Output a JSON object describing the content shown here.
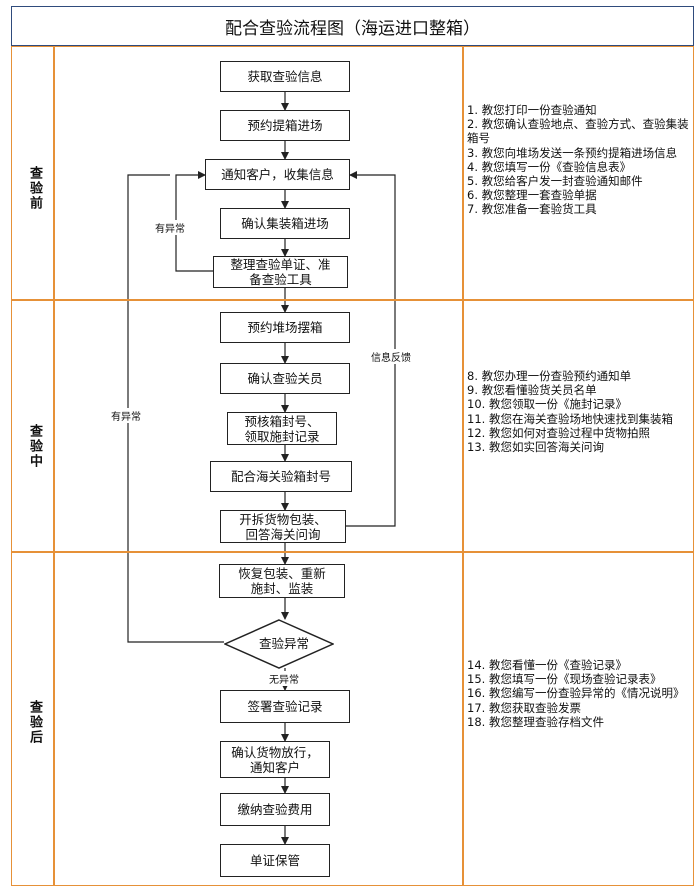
{
  "title": "配合查验流程图（海运进口整箱）",
  "sections": [
    {
      "label": "查验前"
    },
    {
      "label": "查验中"
    },
    {
      "label": "查验后"
    }
  ],
  "steps": [
    "获取查验信息",
    "预约提箱进场",
    "通知客户，收集信息",
    "确认集装箱进场",
    "整理查验单证、准\n备查验工具",
    "预约堆场摆箱",
    "确认查验关员",
    "预核箱封号、\n领取施封记录",
    "配合海关验箱封号",
    "开拆货物包装、\n回答海关问询",
    "恢复包装、重新\n施封、监装",
    "签署查验记录",
    "确认货物放行，\n通知客户",
    "缴纳查验费用",
    "单证保管"
  ],
  "decision": "查验异常",
  "edge_labels": {
    "exception_1": "有异常",
    "exception_2": "有异常",
    "feedback": "信息反馈",
    "no_exception": "无异常"
  },
  "notes": {
    "before": [
      "1. 教您打印一份查验通知",
      "2. 教您确认查验地点、查验方式、查验集装箱号",
      "3. 教您向堆场发送一条预约提箱进场信息",
      "4. 教您填写一份《查验信息表》",
      "5. 教您给客户发一封查验通知邮件",
      "6. 教您整理一套查验单据",
      "7. 教您准备一套验货工具"
    ],
    "during": [
      "8. 教您办理一份查验预约通知单",
      "9. 教您看懂验货关员名单",
      "10. 教您领取一份《施封记录》",
      "11. 教您在海关查验场地快速找到集装箱",
      "12. 教您如何对查验过程中货物拍照",
      "13. 教您如实回答海关问询"
    ],
    "after": [
      "14. 教您看懂一份《查验记录》",
      "15. 教您填写一份《现场查验记录表》",
      "16. 教您编写一份查验异常的《情况说明》",
      "17. 教您获取查验发票",
      "18. 教您整理查验存档文件"
    ]
  }
}
